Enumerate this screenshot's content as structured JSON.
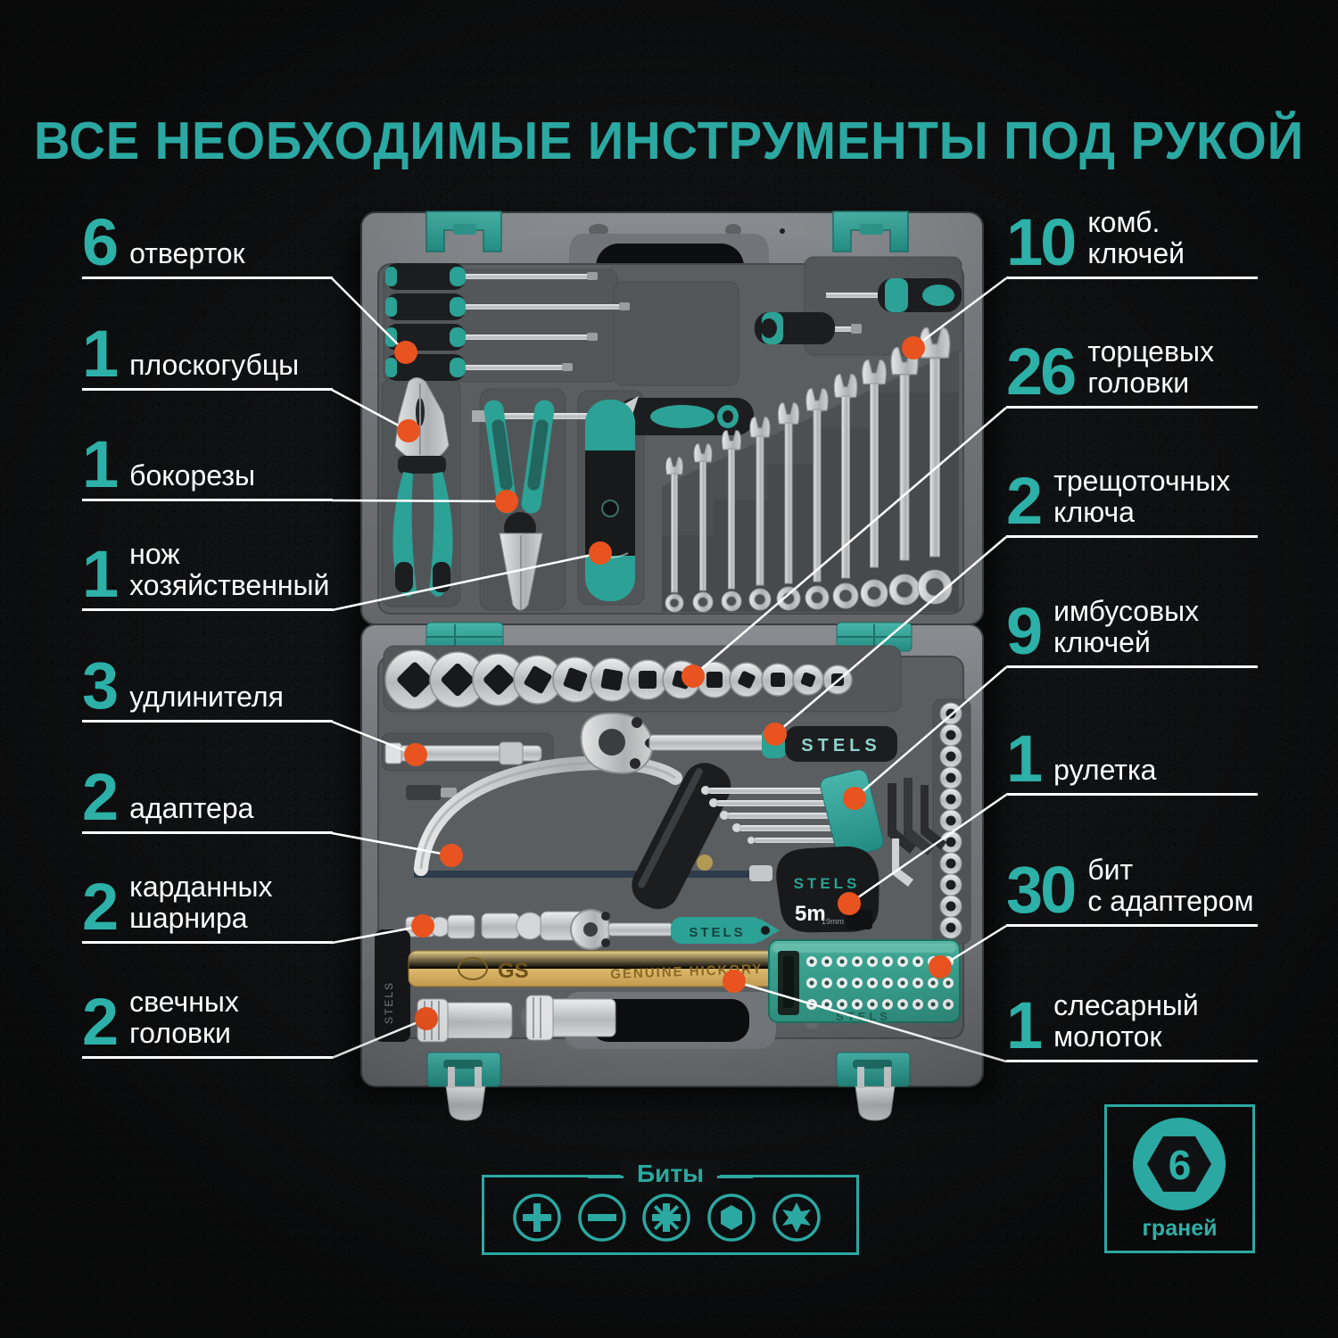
{
  "title": "ВСЕ НЕОБХОДИМЫЕ ИНСТРУМЕНТЫ ПОД РУКОЙ",
  "accent_color": "#2ba8a2",
  "dot_color": "#e9531f",
  "labels_left": [
    {
      "num": "6",
      "line1": "отверток",
      "line2": ""
    },
    {
      "num": "1",
      "line1": "плоскогубцы",
      "line2": ""
    },
    {
      "num": "1",
      "line1": "бокорезы",
      "line2": ""
    },
    {
      "num": "1",
      "line1": "нож",
      "line2": "хозяйственный"
    },
    {
      "num": "3",
      "line1": "удлинителя",
      "line2": ""
    },
    {
      "num": "2",
      "line1": "адаптера",
      "line2": ""
    },
    {
      "num": "2",
      "line1": "карданных",
      "line2": "шарнира"
    },
    {
      "num": "2",
      "line1": "свечных",
      "line2": "головки"
    }
  ],
  "labels_right": [
    {
      "num": "10",
      "line1": "комб.",
      "line2": "ключей"
    },
    {
      "num": "26",
      "line1": "торцевых",
      "line2": "головки"
    },
    {
      "num": "2",
      "line1": "трещоточных",
      "line2": "ключа"
    },
    {
      "num": "9",
      "line1": "имбусовых",
      "line2": "ключей"
    },
    {
      "num": "1",
      "line1": "рулетка",
      "line2": ""
    },
    {
      "num": "30",
      "line1": "бит",
      "line2": "с адаптером"
    },
    {
      "num": "1",
      "line1": "слесарный",
      "line2": "молоток"
    }
  ],
  "bits_panel": {
    "title": "Биты",
    "icons": [
      "phillips-bit-icon",
      "slotted-bit-icon",
      "pozidriv-bit-icon",
      "hex-bit-icon",
      "torx-bit-icon"
    ]
  },
  "hex_badge": {
    "number": "6",
    "caption": "граней"
  },
  "case_texts": {
    "ratchet_brand": "STELS",
    "small_ratchet_brand": "STELS",
    "tape_brand": "STELS",
    "tape_length": "5m",
    "tape_width": "19mm",
    "hammer_text": "GENUINE HICKORY",
    "hammer_logo": "GS",
    "hammer_head_brand": "STELS",
    "bits_box_brand": "STELS"
  }
}
